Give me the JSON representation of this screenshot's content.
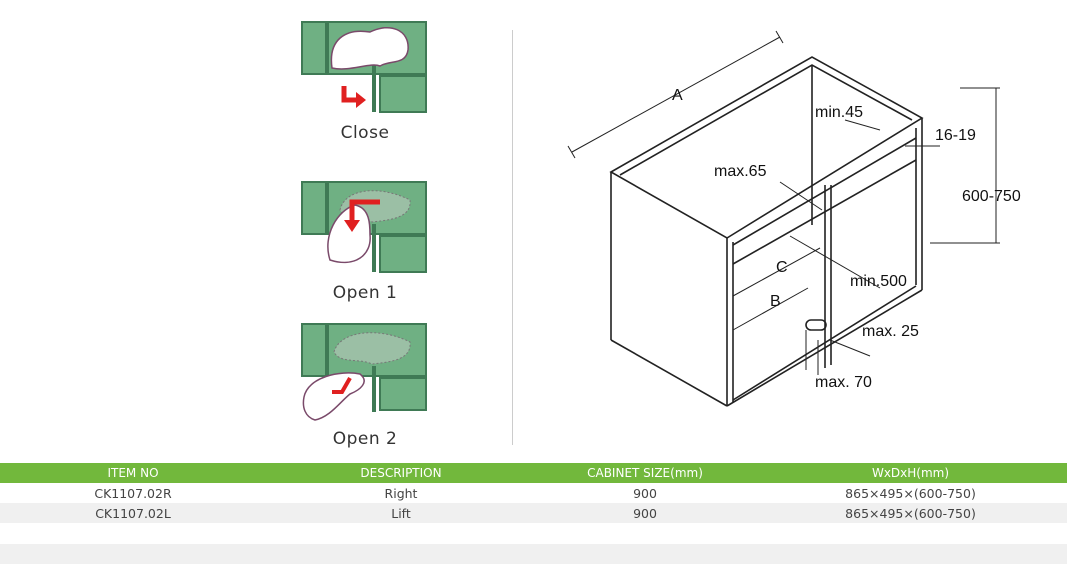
{
  "steps": [
    {
      "label": "Close"
    },
    {
      "label": "Open 1"
    },
    {
      "label": "Open 2"
    }
  ],
  "diagram": {
    "labels": {
      "a": "A",
      "b": "B",
      "c": "C",
      "min45": "min.45",
      "max65": "max.65",
      "d1619": "16-19",
      "h": "600-750",
      "min500": "min.500",
      "max25": "max. 25",
      "max70": "max. 70"
    }
  },
  "table": {
    "headers": [
      "ITEM NO",
      "DESCRIPTION",
      "CABINET SIZE(mm)",
      "WxDxH(mm)"
    ],
    "rows": [
      [
        "CK1107.02R",
        "Right",
        "900",
        "865×495×(600-750)"
      ],
      [
        "CK1107.02L",
        "Lift",
        "900",
        "865×495×(600-750)"
      ]
    ]
  },
  "colors": {
    "green": "#72b83c",
    "panel": "#6fb083",
    "arrow": "#e02020"
  }
}
